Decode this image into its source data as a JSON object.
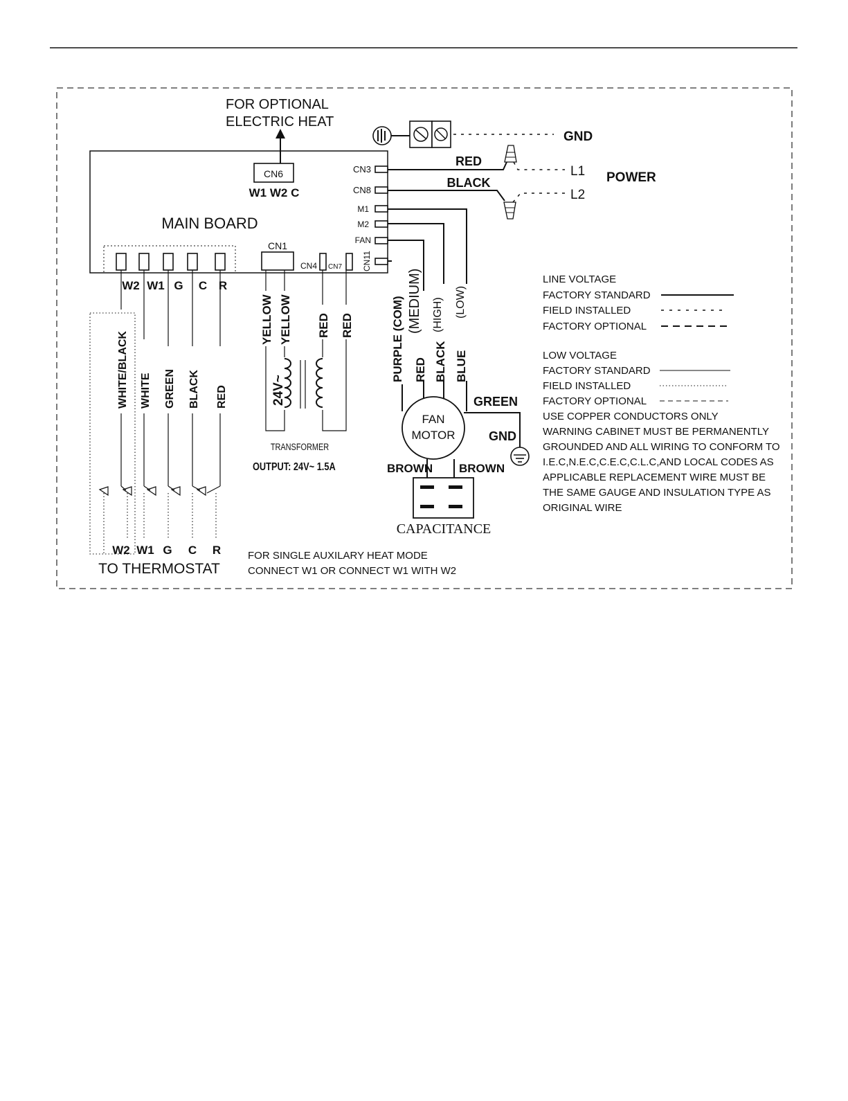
{
  "top_rule": true,
  "heat": {
    "line1": "FOR OPTIONAL",
    "line2": "ELECTRIC HEAT"
  },
  "board": {
    "title": "MAIN BOARD",
    "cn6": "CN6",
    "cn6_pins": "W1 W2 C",
    "cn1": "CN1",
    "cn4": "CN4",
    "cn7": "CN7",
    "cn11": "CN11",
    "right_connectors": [
      "CN3",
      "CN8",
      "M1",
      "M2",
      "FAN"
    ],
    "terminals": [
      "W2",
      "W1",
      "G",
      "C",
      "R"
    ]
  },
  "power": {
    "gnd": "GND",
    "l1": "L1",
    "l2": "L2",
    "label": "POWER",
    "red": "RED",
    "black": "BLACK"
  },
  "thermostat_wires": [
    "WHITE/BLACK",
    "WHITE",
    "GREEN",
    "BLACK",
    "RED"
  ],
  "thermostat": {
    "terminals": [
      "W2",
      "W1",
      "G",
      "C",
      "R"
    ],
    "label": "TO  THERMOSTAT"
  },
  "transformer": {
    "wires": [
      "YELLOW",
      "YELLOW",
      "RED",
      "RED"
    ],
    "primary": "24V~",
    "label": "TRANSFORMER",
    "output": "OUTPUT:  24V~ 1.5A"
  },
  "motor": {
    "wires": [
      "PURPLE  (COM)",
      "RED",
      "(MEDIUM)",
      "BLACK",
      "(HIGH)",
      "BLUE",
      "(LOW)"
    ],
    "line1": "FAN",
    "line2": "MOTOR",
    "green": "GREEN",
    "gnd": "GND",
    "brown_left": "BROWN",
    "brown_right": "BROWN",
    "capacitance": "CAPACITANCE"
  },
  "legend": {
    "line_voltage": "LINE VOLTAGE",
    "lv_items": [
      "FACTORY STANDARD",
      "FIELD INSTALLED",
      "FACTORY OPTIONAL"
    ],
    "low_voltage": "LOW  VOLTAGE",
    "low_items": [
      "FACTORY STANDARD",
      "FIELD INSTALLED",
      "FACTORY OPTIONAL"
    ]
  },
  "notes": [
    "USE COPPER CONDUCTORS ONLY",
    "WARNING CABINET MUST BE PERMANENTLY",
    "GROUNDED AND ALL WIRING TO CONFORM TO",
    "I.E.C,N.E.C,C.E.C,C.L.C,AND LOCAL CODES AS",
    "APPLICABLE REPLACEMENT WIRE MUST BE",
    "THE SAME GAUGE AND INSULATION  TYPE  AS",
    "ORIGINAL WIRE"
  ],
  "aux": [
    "FOR SINGLE  AUXILARY HEAT MODE",
    "CONNECT W1  OR CONNECT W1  WITH W2"
  ]
}
